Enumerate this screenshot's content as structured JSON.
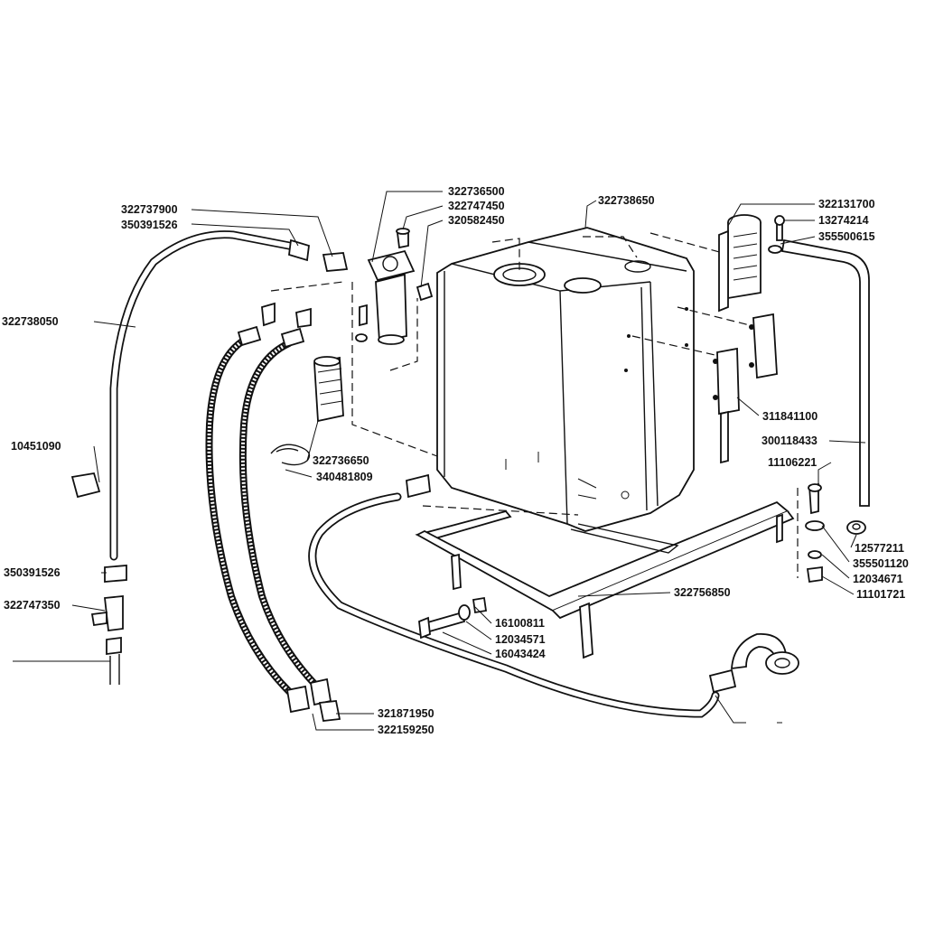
{
  "diagram": {
    "part_numbers": [
      "322736500",
      "322747450",
      "320582450",
      "322738650",
      "322131700",
      "13274214",
      "355500615",
      "322737900",
      "350391526",
      "322738050",
      "311841100",
      "300118433",
      "11106221",
      "10451090",
      "322736650",
      "340481809",
      "12577211",
      "355501120",
      "12034671",
      "11101721",
      "350391526",
      "322747350",
      "322756850",
      "16100811",
      "12034571",
      "16043424",
      "321871950",
      "322159250"
    ]
  }
}
